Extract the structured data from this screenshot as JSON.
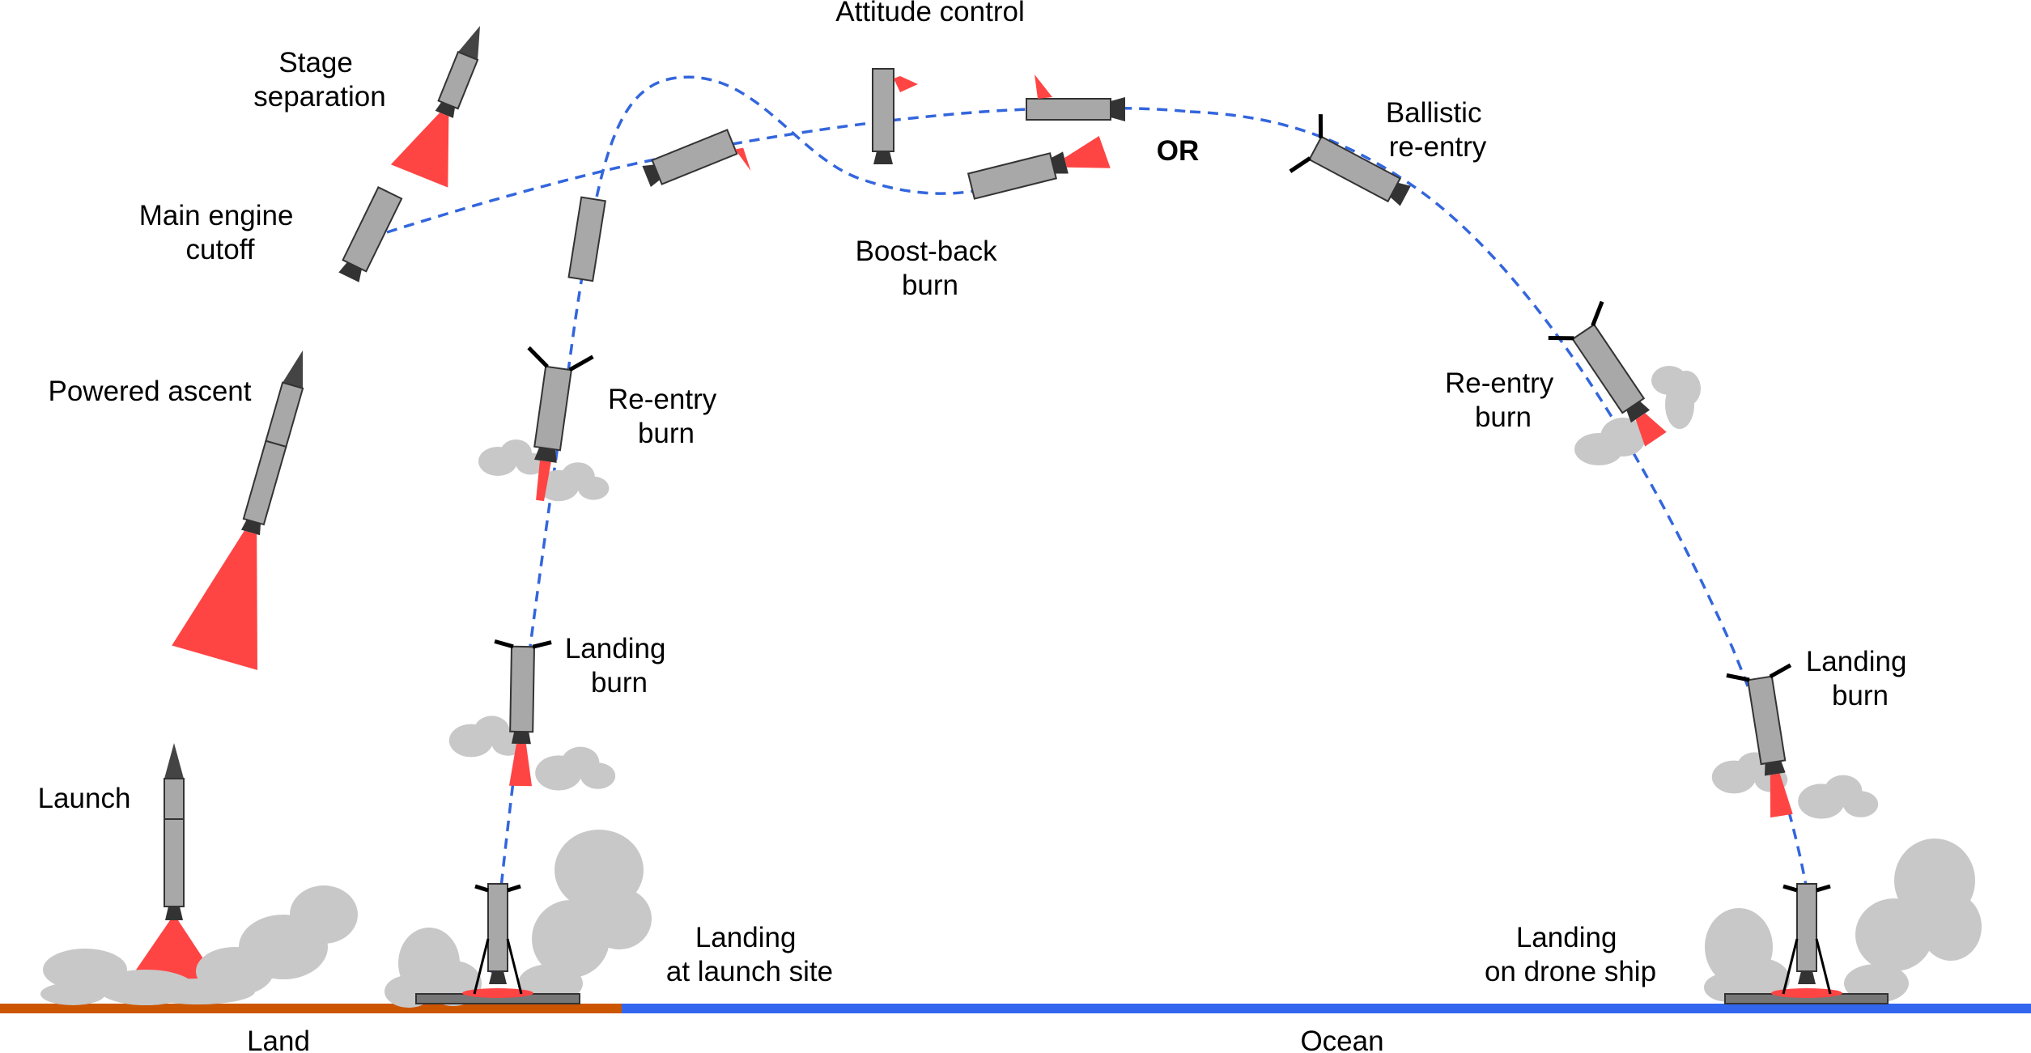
{
  "labels": {
    "attitude_control": "Attitude control",
    "stage_separation": [
      "Stage",
      "separation"
    ],
    "main_engine_cutoff": [
      "Main engine",
      "cutoff"
    ],
    "powered_ascent": "Powered ascent",
    "launch": "Launch",
    "boost_back_burn": [
      "Boost-back",
      "burn"
    ],
    "or": "OR",
    "ballistic_reentry": [
      "Ballistic",
      "re-entry"
    ],
    "reentry_burn_left": [
      "Re-entry",
      "burn"
    ],
    "reentry_burn_right": [
      "Re-entry",
      "burn"
    ],
    "landing_burn_left": [
      "Landing",
      "burn"
    ],
    "landing_burn_right": [
      "Landing",
      "burn"
    ],
    "landing_launch_site": [
      "Landing",
      "at launch site"
    ],
    "landing_drone_ship": [
      "Landing",
      "on drone ship"
    ],
    "land": "Land",
    "ocean": "Ocean"
  },
  "colors": {
    "land": "#cc5500",
    "ocean": "#3366ee",
    "trajectory": "#3366dd",
    "booster_body": "#a8a8a8",
    "booster_outline": "#333333",
    "nose": "#444444",
    "flame": "#ff4444",
    "smoke": "#c8c8c8",
    "pad": "#777777"
  }
}
